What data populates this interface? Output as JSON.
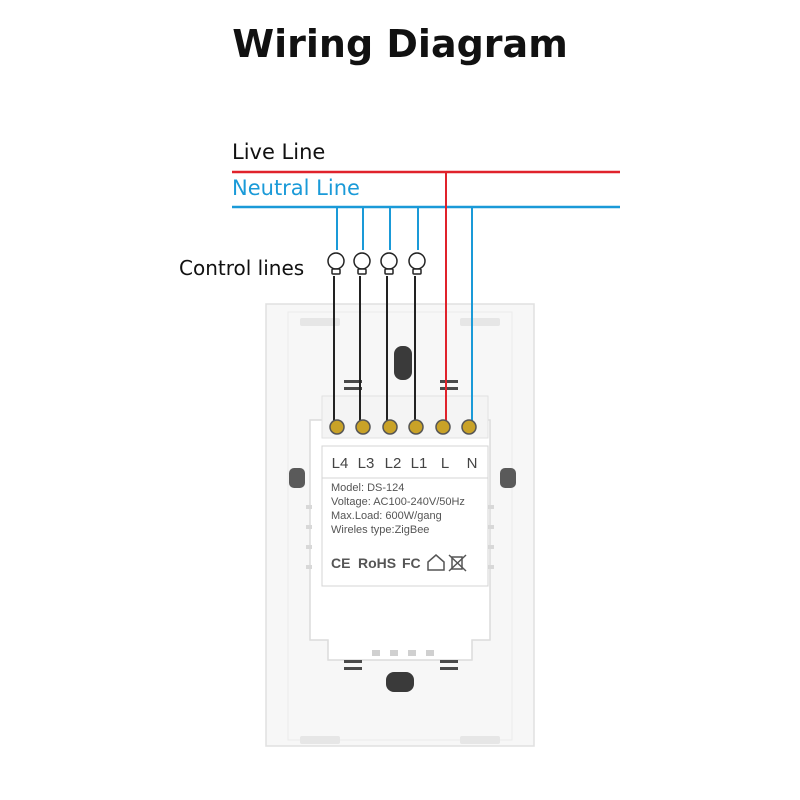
{
  "title": "Wiring Diagram",
  "lines": {
    "live": {
      "label": "Live Line",
      "color": "#e0222b"
    },
    "neutral": {
      "label": "Neutral Line",
      "color": "#1a9ad8"
    },
    "control": {
      "label": "Control lines",
      "color": "#222222"
    }
  },
  "terminals": [
    "L4",
    "L3",
    "L2",
    "L1",
    "L",
    "N"
  ],
  "specs": {
    "model": "Model: DS-124",
    "voltage": "Voltage: AC100-240V/50Hz",
    "load": "Max.Load: 600W/gang",
    "wireless": "Wireles type:ZigBee"
  },
  "certifications": {
    "ce": "CE",
    "rohs": "RoHS",
    "fc": "FC"
  },
  "icons": [
    "lightbulb-icon",
    "house-icon",
    "crossed-bin-icon"
  ]
}
